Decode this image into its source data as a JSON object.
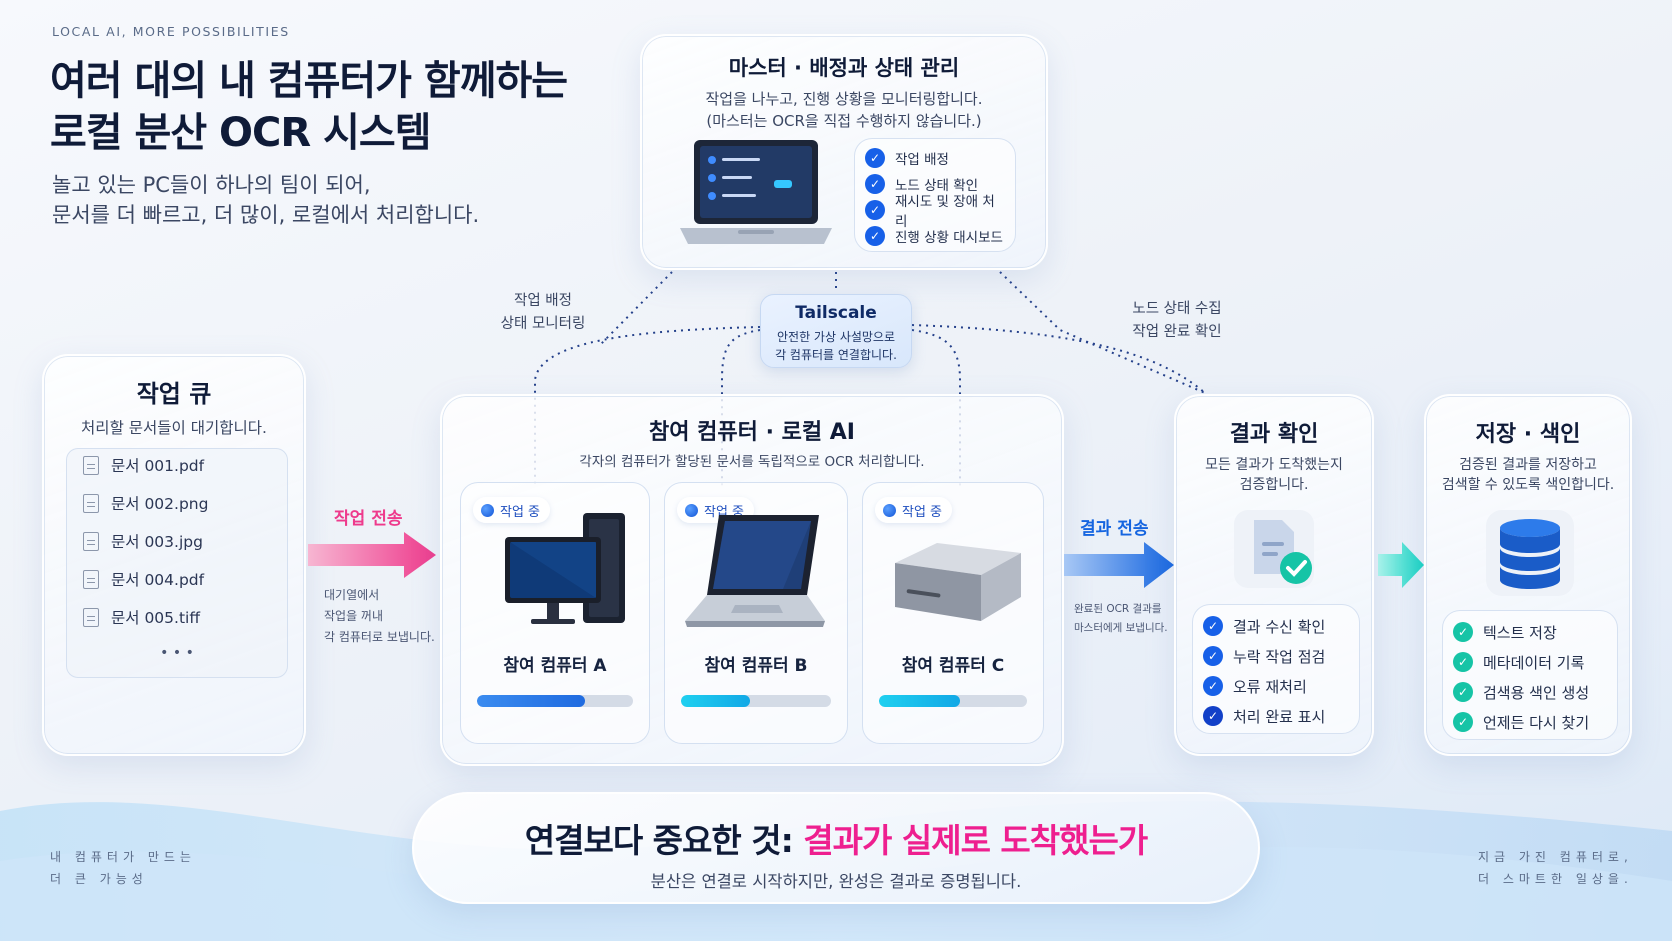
{
  "header": {
    "tagline": "LOCAL AI, MORE POSSIBILITIES",
    "title_line1": "여러 대의 내 컴퓨터가 함께하는",
    "title_line2": "로컬 분산 OCR 시스템",
    "subtitle_line1": "놀고 있는 PC들이 하나의 팀이 되어,",
    "subtitle_line2": "문서를 더 빠르고, 더 많이, 로컬에서 처리합니다."
  },
  "master": {
    "title": "마스터 · 배정과 상태 관리",
    "desc_line1": "작업을 나누고, 진행 상황을 모니터링합니다.",
    "desc_line2": "(마스터는 OCR을 직접 수행하지 않습니다.)",
    "checklist": [
      "작업 배정",
      "노드 상태 확인",
      "재시도 및 장애 처리",
      "진행 상황 대시보드"
    ],
    "icon": "laptop-dashboard-icon"
  },
  "tailscale": {
    "title": "Tailscale",
    "desc_line1": "안전한 가상 사설망으로",
    "desc_line2": "각 컴퓨터를 연결합니다."
  },
  "connections": {
    "left_line1": "작업 배정",
    "left_line2": "상태 모니터링",
    "right_line1": "노드 상태 수집",
    "right_line2": "작업 완료 확인"
  },
  "queue": {
    "title": "작업 큐",
    "desc": "처리할 문서들이 대기합니다.",
    "files": [
      "문서 001.pdf",
      "문서 002.png",
      "문서 003.jpg",
      "문서 004.pdf",
      "문서 005.tiff"
    ],
    "more": "• • •"
  },
  "send_arrow": {
    "label": "작업 전송",
    "desc_line1": "대기열에서",
    "desc_line2": "작업을 꺼내",
    "desc_line3": "각 컴퓨터로 보냅니다.",
    "color": "#ee3a8c"
  },
  "workers": {
    "title": "참여 컴퓨터 · 로컬 AI",
    "desc": "각자의 컴퓨터가 할당된 문서를 독립적으로 OCR 처리합니다.",
    "items": [
      {
        "status": "작업 중",
        "name": "참여 컴퓨터 A",
        "progress": 0.69,
        "icon": "desktop-tower-icon"
      },
      {
        "status": "작업 중",
        "name": "참여 컴퓨터 B",
        "progress": 0.46,
        "icon": "laptop-icon"
      },
      {
        "status": "작업 중",
        "name": "참여 컴퓨터 C",
        "progress": 0.55,
        "icon": "mini-pc-icon"
      }
    ]
  },
  "result_arrow": {
    "label": "결과 전송",
    "desc_line1": "완료된 OCR 결과를",
    "desc_line2": "마스터에게 보냅니다.",
    "color": "#1565e0"
  },
  "verify": {
    "title": "결과 확인",
    "desc_line1": "모든 결과가 도착했는지",
    "desc_line2": "검증합니다.",
    "checklist": [
      "결과 수신 확인",
      "누락 작업 점검",
      "오류 재처리",
      "처리 완료 표시"
    ],
    "icon": "document-check-icon"
  },
  "storage": {
    "title": "저장 · 색인",
    "desc_line1": "검증된 결과를 저장하고",
    "desc_line2": "검색할 수 있도록 색인합니다.",
    "checklist": [
      "텍스트 저장",
      "메타데이터 기록",
      "검색용 색인 생성",
      "언제든 다시 찾기"
    ],
    "icon": "database-icon"
  },
  "banner": {
    "title_prefix": "연결보다 중요한 것: ",
    "title_highlight": "결과가 실제로 도착했는가",
    "subtitle": "분산은 연결로 시작하지만, 완성은 결과로 증명됩니다.",
    "highlight_color": "#ee1f8f"
  },
  "footer": {
    "left_line1": "내 컴퓨터가 만드는",
    "left_line2": "더 큰 가능성",
    "right_line1": "지금 가진 컴퓨터로,",
    "right_line2": "더 스마트한 일상을."
  }
}
